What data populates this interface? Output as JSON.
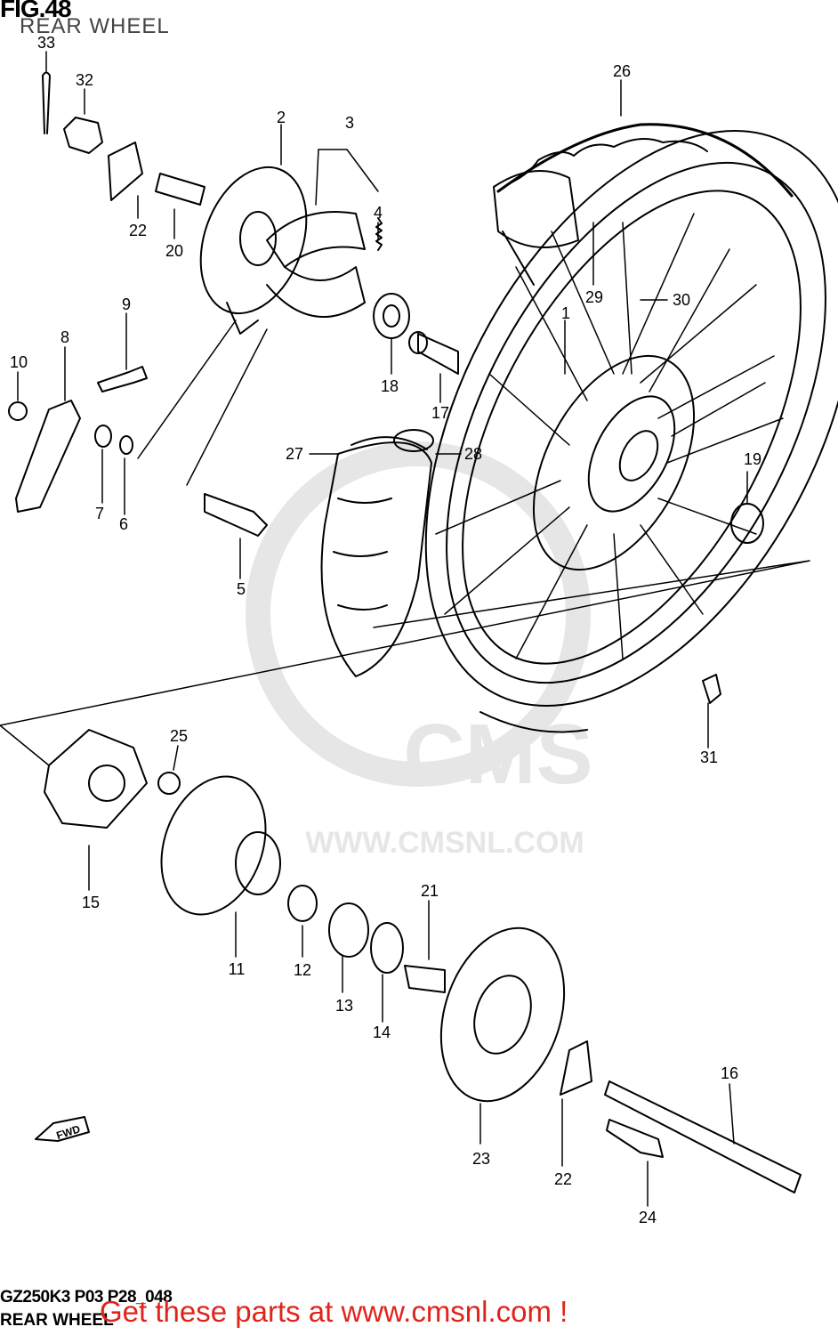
{
  "header": {
    "figure_title": "FIG.48",
    "subtitle": "REAR WHEEL"
  },
  "footer": {
    "model_code": "GZ250K3 P03 P28_048",
    "model_subtitle": "REAR WHEEL",
    "promo_link": "Get these parts at www.cmsnl.com !"
  },
  "watermark": {
    "brand": "CMS",
    "url": "WWW.CMSNL.COM"
  },
  "direction_label": "FWD",
  "colors": {
    "line": "#000000",
    "promo": "#e0241b",
    "watermark": "#e6e6e6"
  },
  "callouts": [
    {
      "id": "c1",
      "label": "1"
    },
    {
      "id": "c2",
      "label": "2"
    },
    {
      "id": "c3",
      "label": "3"
    },
    {
      "id": "c4",
      "label": "4"
    },
    {
      "id": "c5",
      "label": "5"
    },
    {
      "id": "c6",
      "label": "6"
    },
    {
      "id": "c7",
      "label": "7"
    },
    {
      "id": "c8",
      "label": "8"
    },
    {
      "id": "c9",
      "label": "9"
    },
    {
      "id": "c10",
      "label": "10"
    },
    {
      "id": "c11",
      "label": "11"
    },
    {
      "id": "c12",
      "label": "12"
    },
    {
      "id": "c13",
      "label": "13"
    },
    {
      "id": "c14",
      "label": "14"
    },
    {
      "id": "c15",
      "label": "15"
    },
    {
      "id": "c16",
      "label": "16"
    },
    {
      "id": "c17",
      "label": "17"
    },
    {
      "id": "c18",
      "label": "18"
    },
    {
      "id": "c19",
      "label": "19"
    },
    {
      "id": "c20",
      "label": "20"
    },
    {
      "id": "c21",
      "label": "21"
    },
    {
      "id": "c22a",
      "label": "22"
    },
    {
      "id": "c22b",
      "label": "22"
    },
    {
      "id": "c23",
      "label": "23"
    },
    {
      "id": "c24",
      "label": "24"
    },
    {
      "id": "c25",
      "label": "25"
    },
    {
      "id": "c26",
      "label": "26"
    },
    {
      "id": "c27",
      "label": "27"
    },
    {
      "id": "c28",
      "label": "28"
    },
    {
      "id": "c29",
      "label": "29"
    },
    {
      "id": "c30",
      "label": "30"
    },
    {
      "id": "c31",
      "label": "31"
    },
    {
      "id": "c32",
      "label": "32"
    },
    {
      "id": "c33",
      "label": "33"
    }
  ]
}
